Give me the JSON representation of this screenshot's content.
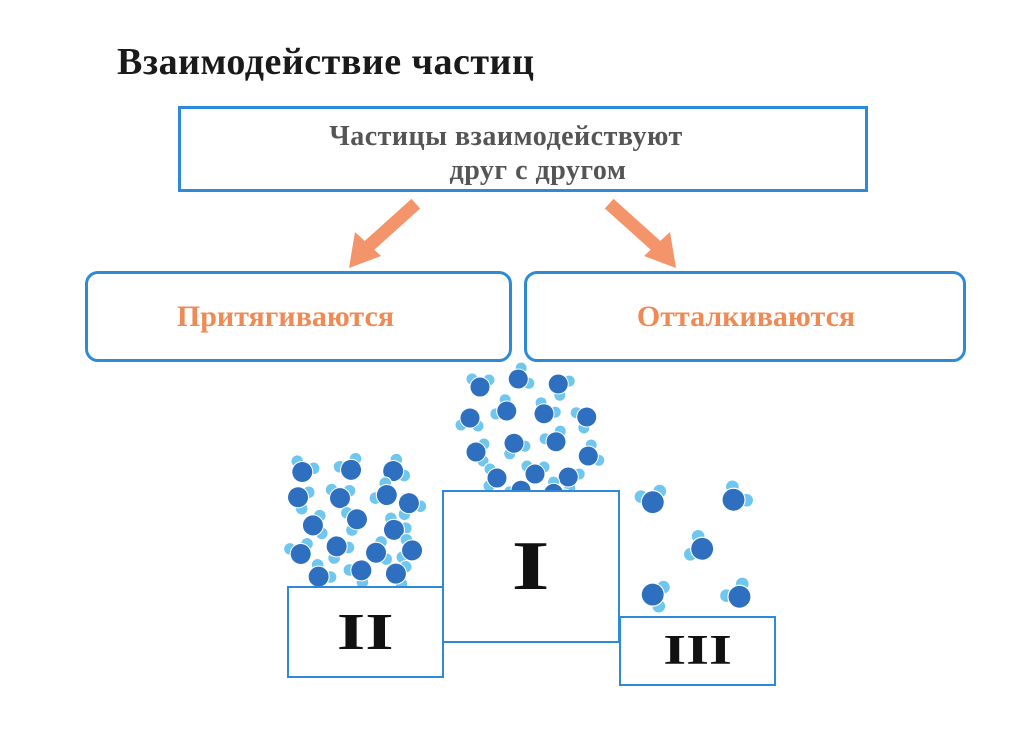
{
  "title": "Взаимодействие частиц",
  "statement": {
    "line1": "Частицы взаимодействуют",
    "line2": "друг с другом"
  },
  "outcomes": {
    "attract": "Притягиваются",
    "repel": "Отталкиваются"
  },
  "podium": {
    "first": "I",
    "second": "II",
    "third": "III"
  },
  "colors": {
    "box_border": "#2e8ad8",
    "accent_orange": "#f08a54",
    "molecule_dark": "#2f6fbf",
    "molecule_light": "#6fc6ee"
  }
}
